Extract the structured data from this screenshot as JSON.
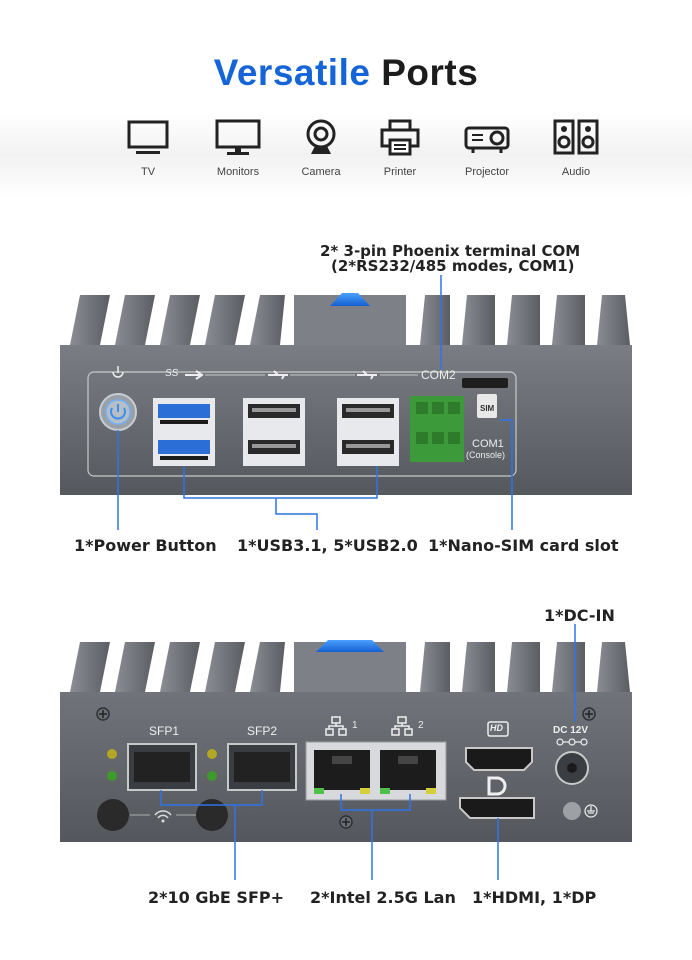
{
  "header": {
    "title_accent": "Versatile",
    "title_rest": "Ports"
  },
  "devices": [
    {
      "label": "TV",
      "icon": "tv-icon"
    },
    {
      "label": "Monitors",
      "icon": "monitor-icon"
    },
    {
      "label": "Camera",
      "icon": "camera-icon"
    },
    {
      "label": "Printer",
      "icon": "printer-icon"
    },
    {
      "label": "Projector",
      "icon": "projector-icon"
    },
    {
      "label": "Audio",
      "icon": "speaker-icon"
    }
  ],
  "front": {
    "com_label_line1": "2* 3-pin Phoenix terminal COM",
    "com_label_line2": "(2*RS232/485 modes, COM1)",
    "com2": "COM2",
    "com1": "COM1",
    "console": "(Console)",
    "sim": "SIM",
    "ss": "SS",
    "power_label": "1*Power Button",
    "usb_label": "1*USB3.1, 5*USB2.0",
    "sim_label": "1*Nano-SIM card slot"
  },
  "back": {
    "dcin_label": "1*DC-IN",
    "dc12v": "DC 12V",
    "sfp1": "SFP1",
    "sfp2": "SFP2",
    "lan1": "1",
    "lan2": "2",
    "hd": "HD",
    "sfp_label": "2*10 GbE SFP+",
    "lan_label": "2*Intel 2.5G Lan",
    "video_label": "1*HDMI, 1*DP"
  },
  "colors": {
    "accent": "#1565d8",
    "chassis": "#6a6e74",
    "panel": "#5b5f64",
    "usb3": "#2b6fd6",
    "terminal": "#3d9a3a"
  }
}
